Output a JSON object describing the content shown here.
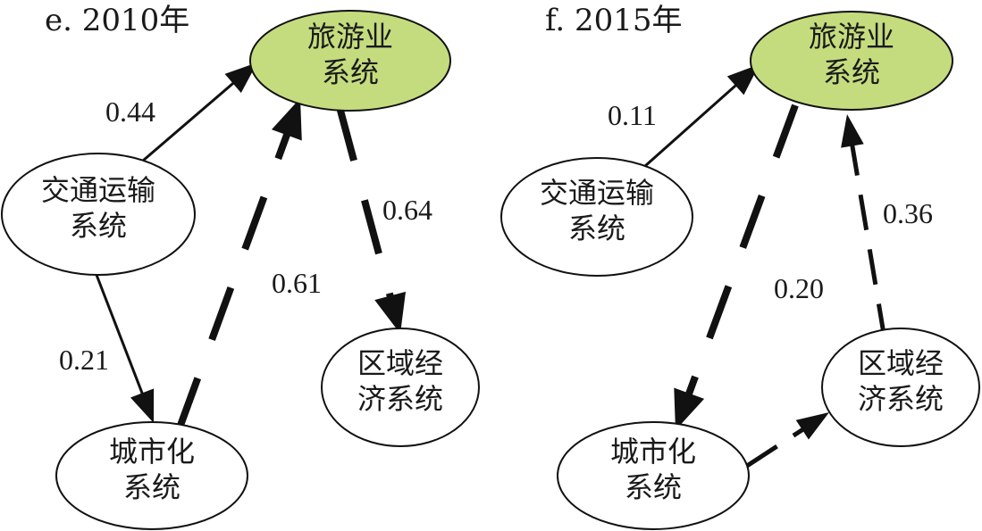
{
  "panels": [
    {
      "title": "e. 2010年",
      "nodes": {
        "tourism": {
          "lines": [
            "旅游业",
            "系统"
          ],
          "fill": "#c5dc7e"
        },
        "transport": {
          "lines": [
            "交通运输",
            "系统"
          ],
          "fill": "#ffffff"
        },
        "urbanization": {
          "lines": [
            "城市化",
            "系统"
          ],
          "fill": "#ffffff"
        },
        "economy": {
          "lines": [
            "区域经",
            "济系统"
          ],
          "fill": "#ffffff"
        }
      },
      "edges": [
        {
          "from": "transport",
          "to": "tourism",
          "label": "0.44",
          "style": "solid",
          "weight": "thin"
        },
        {
          "from": "transport",
          "to": "urbanization",
          "label": "0.21",
          "style": "solid",
          "weight": "thin"
        },
        {
          "from": "urbanization",
          "to": "tourism",
          "label": "0.61",
          "style": "dashed",
          "weight": "thick"
        },
        {
          "from": "tourism",
          "to": "economy",
          "label": "0.64",
          "style": "dashed",
          "weight": "thick"
        }
      ]
    },
    {
      "title": "f. 2015年",
      "nodes": {
        "tourism": {
          "lines": [
            "旅游业",
            "系统"
          ],
          "fill": "#c5dc7e"
        },
        "transport": {
          "lines": [
            "交通运输",
            "系统"
          ],
          "fill": "#ffffff"
        },
        "urbanization": {
          "lines": [
            "城市化",
            "系统"
          ],
          "fill": "#ffffff"
        },
        "economy": {
          "lines": [
            "区域经",
            "济系统"
          ],
          "fill": "#ffffff"
        }
      },
      "edges": [
        {
          "from": "transport",
          "to": "tourism",
          "label": "0.11",
          "style": "solid",
          "weight": "thin"
        },
        {
          "from": "tourism",
          "to": "urbanization",
          "label": "0.20",
          "style": "dashed",
          "weight": "thick"
        },
        {
          "from": "economy",
          "to": "tourism",
          "label": "0.36",
          "style": "dashed",
          "weight": "medium"
        },
        {
          "from": "urbanization",
          "to": "economy",
          "label": "",
          "style": "dashed",
          "weight": "medium"
        }
      ]
    }
  ],
  "colors": {
    "stroke": "#111111",
    "tourism_fill": "#c5dc7e"
  }
}
